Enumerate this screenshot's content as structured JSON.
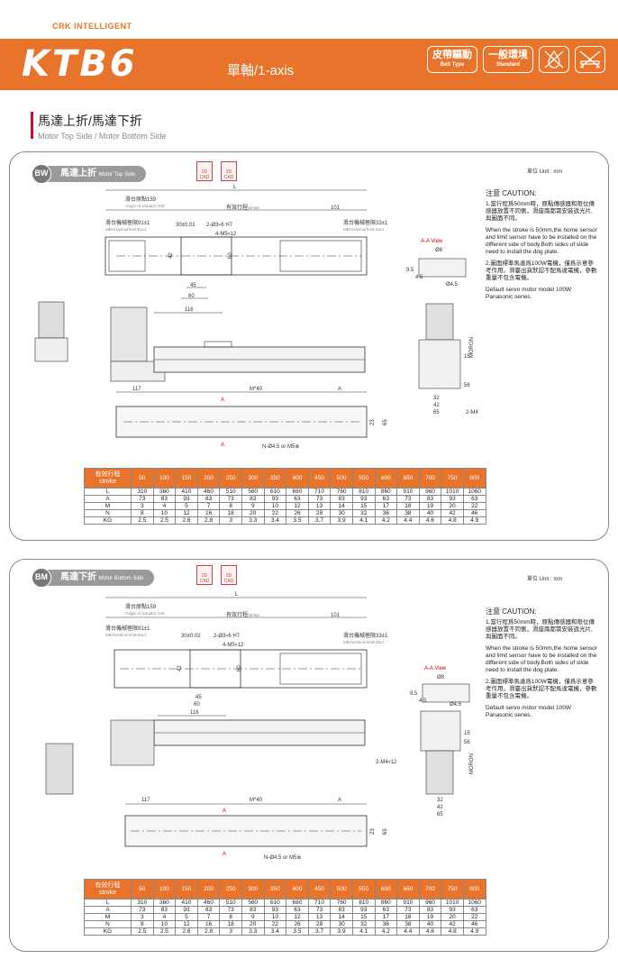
{
  "header": {
    "brand": "CRK INTELLIGENT",
    "model": "KTB6",
    "axis": "單軸/1-axis",
    "badges": [
      {
        "zh": "皮帶驅動",
        "en": "Belt Type"
      },
      {
        "zh": "一般環境",
        "en": "Standard"
      }
    ],
    "icons": [
      "no-water-icon",
      "no-bench-icon"
    ]
  },
  "section": {
    "title_zh": "馬達上折/馬達下折",
    "title_en": "Motor Top Side / Motor Bottom Side"
  },
  "common": {
    "unit": "單位 Unit : mm",
    "cad2d": "2D CAD",
    "cad3d": "3D CAD",
    "caution_title": "注意 CAUTION:",
    "caution_1": "1.當行程爲50mm時，原點傳感器和限位傳感器放置不同側，滑座兩都需安裝遮光片,與圖面不同。",
    "caution_1_en": "When the stroke is 50mm,the home sensor and limit sensor have to be installed on the different side of body.Both sides of slide need to install the dog plate.",
    "caution_2": "2.圖面標準馬達爲100W電機，僅爲示意參考作用。滑臺出貨默認不配馬達電機，參數重量不包含電機。",
    "caution_2_en": "Default servo motor model 100W Panasonic series.",
    "drawing": {
      "origin_zh": "滑台原點159",
      "origin_en": "Origin of actuator:159",
      "stroke_zh": "有效行程",
      "stroke_en": "Stroke",
      "mech_limit_91": "滑台機械極限91±1",
      "mech_limit_91_en": "MBCHanical limit:91±1",
      "mech_limit_33": "滑台機械極限33±1",
      "mech_limit_33_en": "MBCHanical limit:33±1",
      "dim_L": "L",
      "dim_101": "101",
      "dim_30": "30±0.02",
      "dim_holes": "2-Ø3▿6 H7",
      "dim_m5": "4-M5▿12",
      "dim_42": "42",
      "dim_60v": "60",
      "dim_45": "45",
      "dim_60": "60",
      "dim_116": "116",
      "aa_view": "A-A View",
      "d8": "Ø8",
      "d45": "Ø4.5",
      "d9_5": "9.5",
      "d4_5": "4.5",
      "moron": "MORON",
      "d15": "15",
      "d56": "56",
      "d32": "32",
      "d42": "42",
      "d65": "65",
      "m4": "2-M4▿12",
      "d117": "117",
      "m40": "M*40",
      "dA": "A",
      "d23": "23",
      "d65v": "65",
      "holes": "N-Ø4.5 or M5※",
      "a_mark": "A"
    }
  },
  "panels": [
    {
      "code": "BW",
      "title_zh": "馬達上折",
      "title_en": "Motor Top Side"
    },
    {
      "code": "BM",
      "title_zh": "馬達下折",
      "title_en": "Motor Bottom Side"
    }
  ],
  "table": {
    "header_label": "有效行程 stroke",
    "strokes": [
      "50",
      "100",
      "150",
      "200",
      "250",
      "300",
      "350",
      "400",
      "450",
      "500",
      "550",
      "600",
      "650",
      "700",
      "750",
      "800"
    ],
    "rows": [
      {
        "label": "L",
        "values": [
          "310",
          "360",
          "410",
          "460",
          "510",
          "560",
          "610",
          "660",
          "710",
          "760",
          "810",
          "860",
          "910",
          "960",
          "1010",
          "1060"
        ]
      },
      {
        "label": "A",
        "values": [
          "73",
          "83",
          "93",
          "63",
          "73",
          "83",
          "93",
          "63",
          "73",
          "83",
          "93",
          "63",
          "73",
          "83",
          "93",
          "63"
        ]
      },
      {
        "label": "M",
        "values": [
          "3",
          "4",
          "5",
          "7",
          "8",
          "9",
          "10",
          "12",
          "13",
          "14",
          "15",
          "17",
          "18",
          "19",
          "20",
          "22"
        ]
      },
      {
        "label": "N",
        "values": [
          "8",
          "10",
          "12",
          "16",
          "18",
          "20",
          "22",
          "26",
          "28",
          "30",
          "32",
          "36",
          "38",
          "40",
          "42",
          "46"
        ]
      },
      {
        "label": "KG",
        "values": [
          "2.5",
          "2.5",
          "2.6",
          "2.8",
          "3",
          "3.3",
          "3.4",
          "3.5",
          "3.7",
          "3.9",
          "4.1",
          "4.2",
          "4.4",
          "4.6",
          "4.8",
          "4.9"
        ]
      }
    ]
  },
  "colors": {
    "accent": "#e8732a",
    "red": "#c8102e",
    "panel_border": "#888888"
  }
}
